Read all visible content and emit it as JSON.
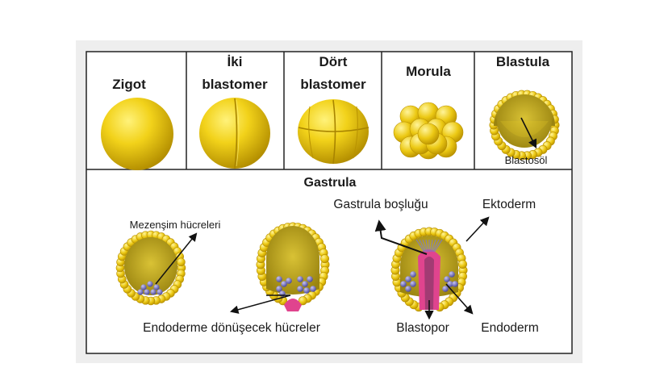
{
  "stages": [
    {
      "key": "zigot",
      "lines": [
        "Zigot"
      ]
    },
    {
      "key": "iki",
      "lines": [
        "İki",
        "blastomer"
      ]
    },
    {
      "key": "dort",
      "lines": [
        "Dört",
        "blastomer"
      ]
    },
    {
      "key": "morula",
      "lines": [
        "Morula"
      ]
    },
    {
      "key": "blastula",
      "lines": [
        "Blastula"
      ]
    }
  ],
  "blastula_label": "Blastosöl",
  "gastrula_title": "Gastrula",
  "labels": {
    "mezensim": "Mezenşim hücreleri",
    "gastrula_boslugu": "Gastrula boşluğu",
    "ektoderm": "Ektoderm",
    "endoderme": "Endoderme dönüşecek hücreler",
    "blastopor": "Blastopor",
    "endoderm": "Endoderm"
  },
  "colors": {
    "yolk": "#f2d21a",
    "yolk_dark": "#c9a400",
    "cavity": "#b39b1c",
    "mesenchyme": "#6a67b8",
    "endoderm_pink": "#e0448e",
    "border": "#222222",
    "frame_bg": "#eeeeee"
  }
}
